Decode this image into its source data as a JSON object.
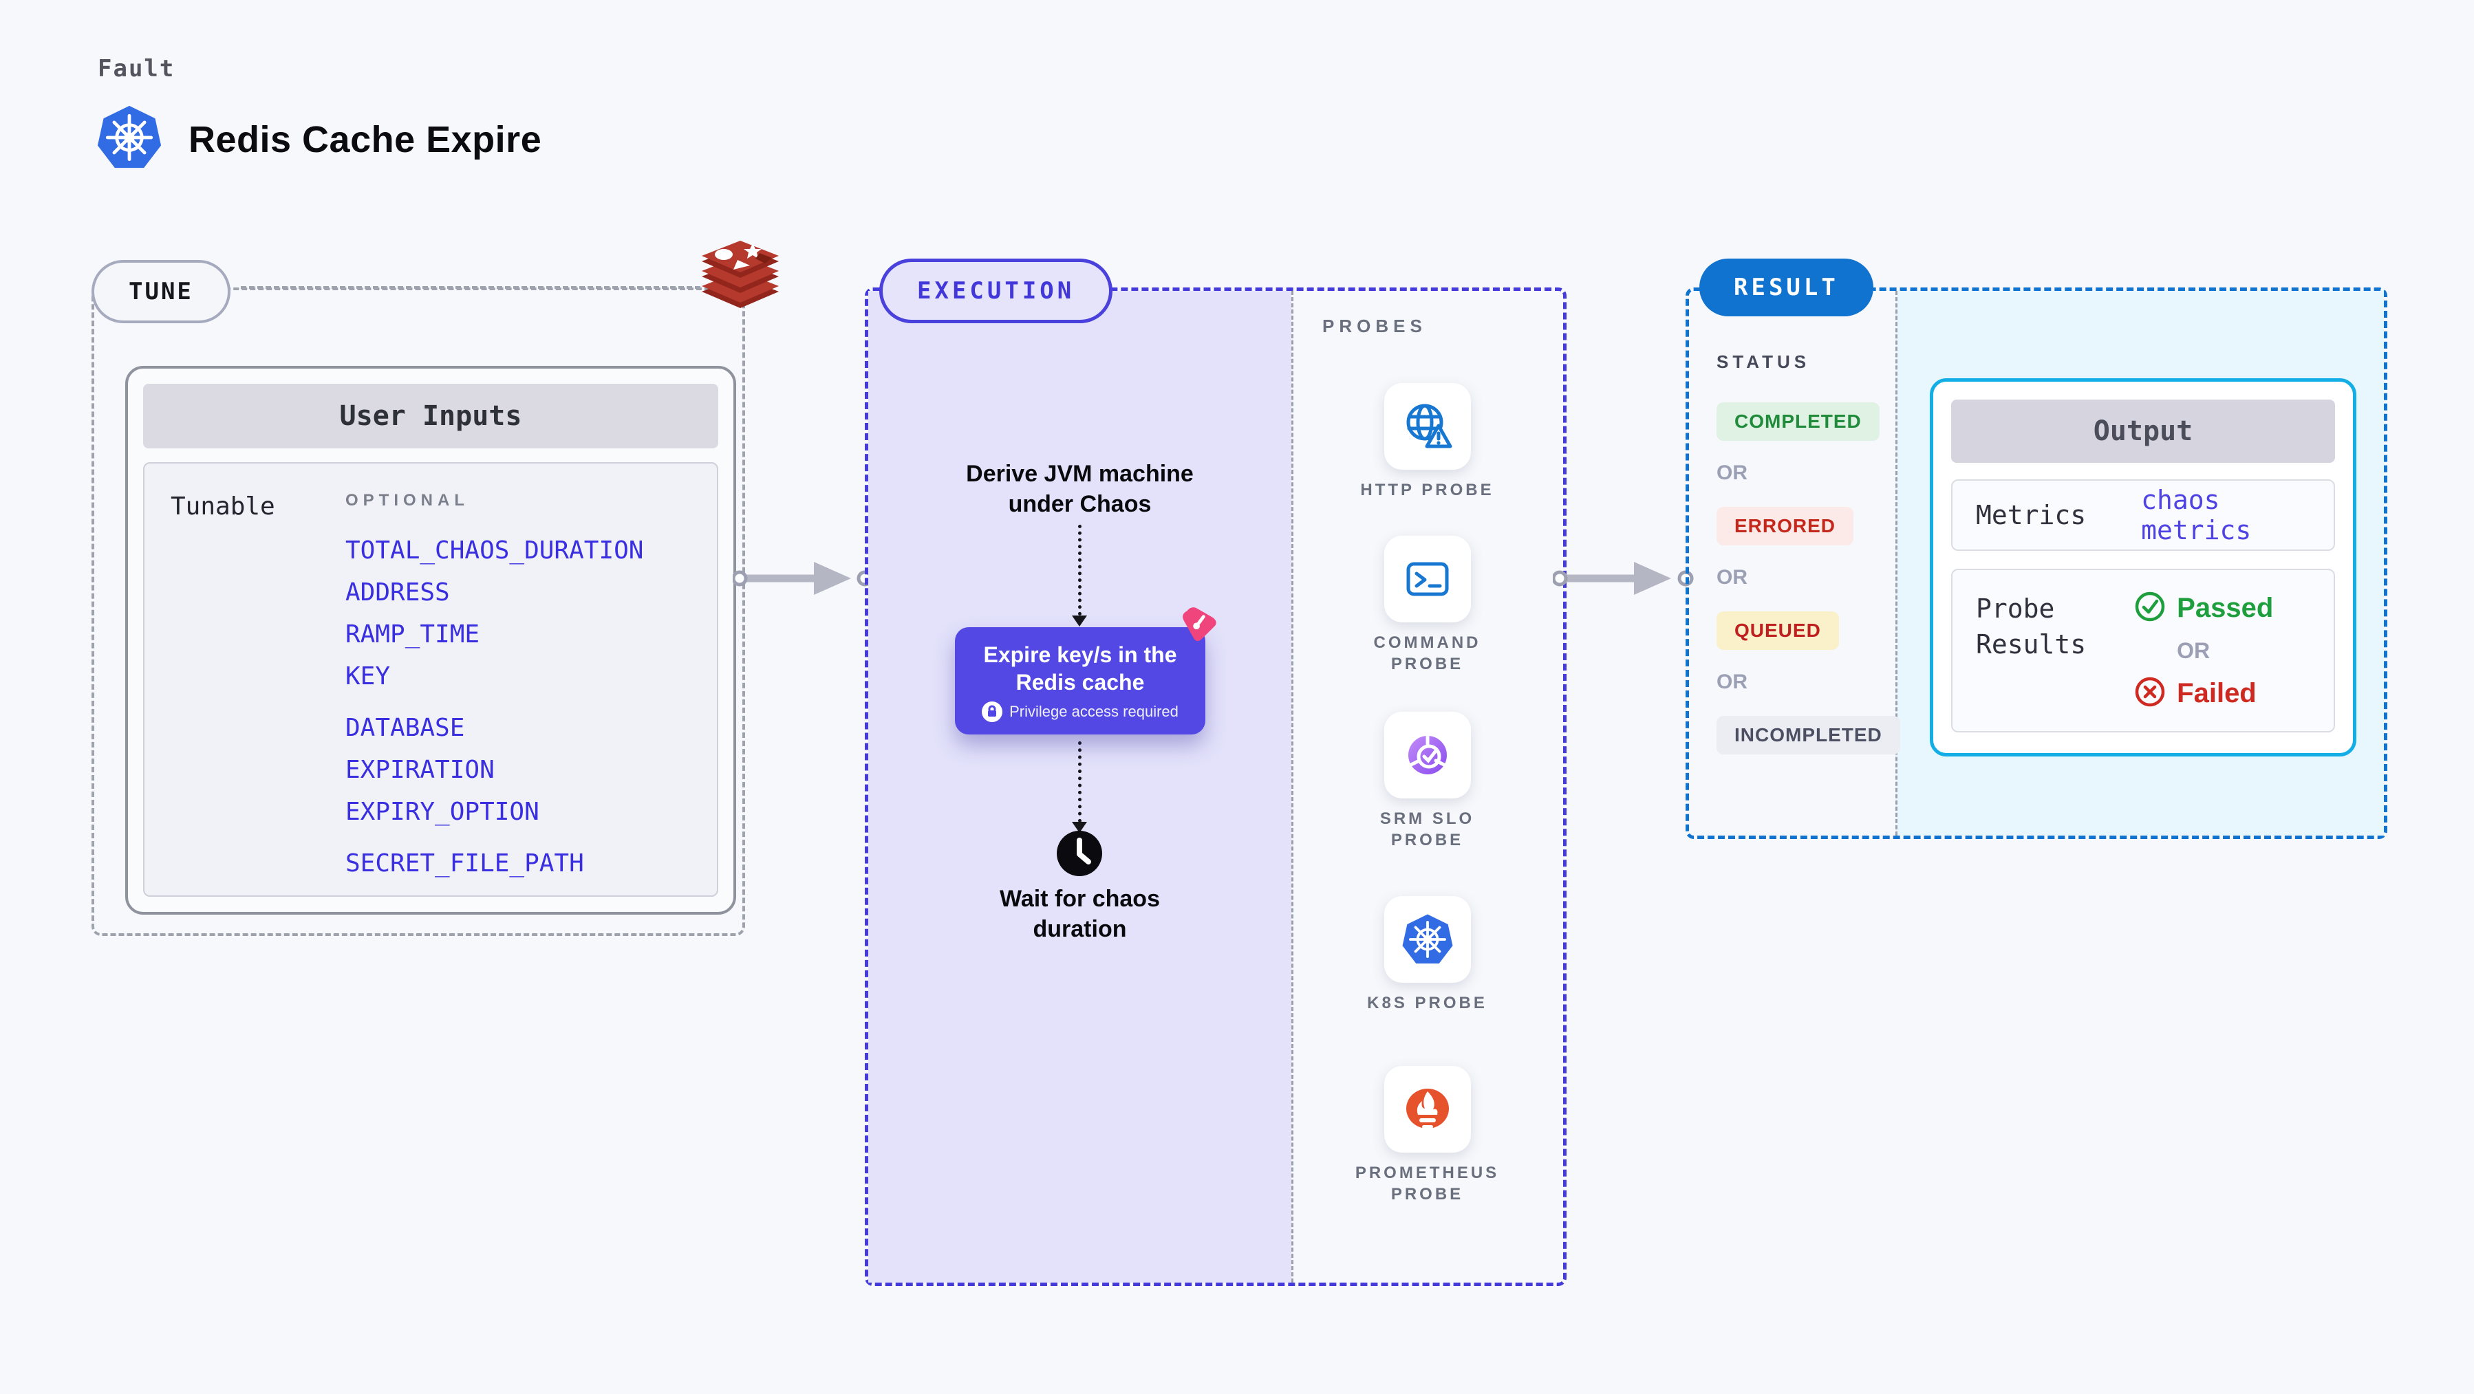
{
  "page": {
    "kicker": "Fault",
    "title": "Redis Cache Expire"
  },
  "tune": {
    "label": "TUNE",
    "card_title": "User Inputs",
    "row_label": "Tunable",
    "column_header": "OPTIONAL",
    "items": [
      "TOTAL_CHAOS_DURATION",
      "ADDRESS",
      "RAMP_TIME",
      "KEY",
      "DATABASE",
      "EXPIRATION",
      "EXPIRY_OPTION",
      "SECRET_FILE_PATH"
    ]
  },
  "execution": {
    "label": "EXECUTION",
    "step_derive": {
      "line1": "Derive JVM machine",
      "line2": "under Chaos"
    },
    "fault_step": {
      "line1": "Expire key/s in the",
      "line2": "Redis cache",
      "note": "Privilege access required"
    },
    "step_wait": {
      "line1": "Wait for chaos",
      "line2": "duration"
    },
    "probes_header": "PROBES",
    "probes": [
      {
        "icon": "globe-alert-icon",
        "line1": "HTTP PROBE",
        "line2": ""
      },
      {
        "icon": "terminal-icon",
        "line1": "COMMAND",
        "line2": "PROBE"
      },
      {
        "icon": "srm-slo-icon",
        "line1": "SRM SLO",
        "line2": "PROBE"
      },
      {
        "icon": "kubernetes-icon",
        "line1": "K8S PROBE",
        "line2": ""
      },
      {
        "icon": "prometheus-icon",
        "line1": "PROMETHEUS",
        "line2": "PROBE"
      }
    ]
  },
  "result": {
    "label": "RESULT",
    "status_header": "STATUS",
    "or_label": "OR",
    "statuses": [
      {
        "label": "COMPLETED",
        "color": "#1F8B3B",
        "background": "#DFF2E3"
      },
      {
        "label": "ERRORED",
        "color": "#C4271B",
        "background": "#FBEAE8"
      },
      {
        "label": "QUEUED",
        "color": "#BF1F1F",
        "background": "#FAF0CA"
      },
      {
        "label": "INCOMPLETED",
        "color": "#4B4F61",
        "background": "#ECEDF3"
      }
    ],
    "output": {
      "title": "Output",
      "metrics_label": "Metrics",
      "metrics_value": "chaos metrics",
      "probe_results_label": {
        "line1": "Probe",
        "line2": "Results"
      },
      "passed": "Passed",
      "failed": "Failed"
    }
  },
  "colors": {
    "accent_indigo": "#4238DA",
    "fault_node": "#5348E4",
    "result_blue": "#1173D0",
    "output_border": "#14AEE6",
    "link_blue": "#392FE0",
    "passed_green": "#1E9E3C",
    "failed_red": "#CE2A21",
    "execution_bg": "#E3E2FA",
    "result_bg": "#E8F6FD",
    "redis_red": "#B13428",
    "kubernetes_blue": "#326CE5",
    "prometheus_orange": "#E6522C",
    "litmus_pink": "#F0447C"
  }
}
